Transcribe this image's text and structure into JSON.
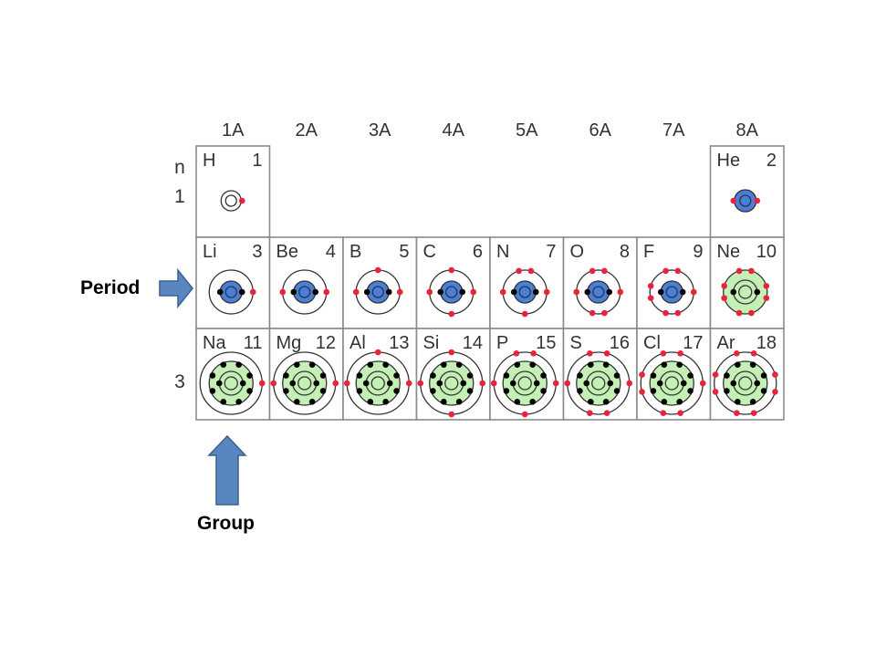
{
  "group_headers": [
    "1A",
    "2A",
    "3A",
    "4A",
    "5A",
    "6A",
    "7A",
    "8A"
  ],
  "row_header_label": "n",
  "period_numbers": [
    "1",
    "",
    "3"
  ],
  "elements": [
    {
      "symbol": "H",
      "number": "1",
      "row": 1,
      "col": 1,
      "inner": 1,
      "outer": 0,
      "shells": 1
    },
    {
      "symbol": "He",
      "number": "2",
      "row": 1,
      "col": 8,
      "inner": 2,
      "outer": 0,
      "shells": 1
    },
    {
      "symbol": "Li",
      "number": "3",
      "row": 2,
      "col": 1,
      "inner": 2,
      "outer": 1,
      "shells": 2
    },
    {
      "symbol": "Be",
      "number": "4",
      "row": 2,
      "col": 2,
      "inner": 2,
      "outer": 2,
      "shells": 2
    },
    {
      "symbol": "B",
      "number": "5",
      "row": 2,
      "col": 3,
      "inner": 2,
      "outer": 3,
      "shells": 2
    },
    {
      "symbol": "C",
      "number": "6",
      "row": 2,
      "col": 4,
      "inner": 2,
      "outer": 4,
      "shells": 2
    },
    {
      "symbol": "N",
      "number": "7",
      "row": 2,
      "col": 5,
      "inner": 2,
      "outer": 5,
      "shells": 2
    },
    {
      "symbol": "O",
      "number": "8",
      "row": 2,
      "col": 6,
      "inner": 2,
      "outer": 6,
      "shells": 2
    },
    {
      "symbol": "F",
      "number": "9",
      "row": 2,
      "col": 7,
      "inner": 2,
      "outer": 7,
      "shells": 2
    },
    {
      "symbol": "Ne",
      "number": "10",
      "row": 2,
      "col": 8,
      "inner": 2,
      "outer": 8,
      "shells": 2
    },
    {
      "symbol": "Na",
      "number": "11",
      "row": 3,
      "col": 1,
      "inner": 10,
      "outer": 1,
      "shells": 3
    },
    {
      "symbol": "Mg",
      "number": "12",
      "row": 3,
      "col": 2,
      "inner": 10,
      "outer": 2,
      "shells": 3
    },
    {
      "symbol": "Al",
      "number": "13",
      "row": 3,
      "col": 3,
      "inner": 10,
      "outer": 3,
      "shells": 3
    },
    {
      "symbol": "Si",
      "number": "14",
      "row": 3,
      "col": 4,
      "inner": 10,
      "outer": 4,
      "shells": 3
    },
    {
      "symbol": "P",
      "number": "15",
      "row": 3,
      "col": 5,
      "inner": 10,
      "outer": 5,
      "shells": 3
    },
    {
      "symbol": "S",
      "number": "16",
      "row": 3,
      "col": 6,
      "inner": 10,
      "outer": 6,
      "shells": 3
    },
    {
      "symbol": "Cl",
      "number": "17",
      "row": 3,
      "col": 7,
      "inner": 10,
      "outer": 7,
      "shells": 3
    },
    {
      "symbol": "Ar",
      "number": "18",
      "row": 3,
      "col": 8,
      "inner": 10,
      "outer": 8,
      "shells": 3
    }
  ],
  "annotations": {
    "period_label": "Period",
    "group_label": "Group"
  },
  "colors": {
    "grid_line": "#8a8a8a",
    "cell_bg": "#ffffff",
    "nucleus_blue": "#4a7fd9",
    "core_green": "#c5f0b5",
    "valence_electron": "#e8233a",
    "inner_electron": "#000000",
    "orbit": "#333333",
    "arrow_fill": "#5a86c0",
    "arrow_stroke": "#3a5f8f",
    "header_text": "#333333"
  }
}
